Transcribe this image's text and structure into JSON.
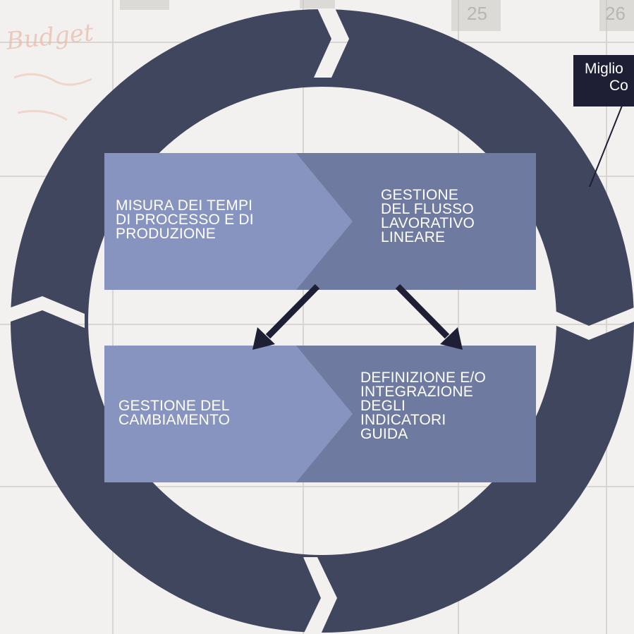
{
  "colors": {
    "ring": "#40465e",
    "box_light": "#8794bf",
    "box_dark": "#6f7aa0",
    "arrow": "#1e1f35",
    "callout_bg": "#1e1f35",
    "text": "#ffffff"
  },
  "diagram": {
    "step_top_left": [
      "MISURA DEI TEMPI",
      "DI PROCESSO E DI",
      "PRODUZIONE"
    ],
    "step_top_right": [
      "GESTIONE",
      "DEL FLUSSO",
      "LAVORATIVO",
      "LINEARE"
    ],
    "step_bottom_left": [
      "GESTIONE DEL",
      "CAMBIAMENTO"
    ],
    "step_bottom_right": [
      "DEFINIZIONE E/O",
      "INTEGRAZIONE",
      "DEGLI",
      "INDICATORI",
      "GUIDA"
    ],
    "callout": [
      "Miglio",
      "Co"
    ]
  },
  "background": {
    "calendar_numbers": [
      "25",
      "26"
    ],
    "handwriting": [
      "Budget"
    ]
  }
}
